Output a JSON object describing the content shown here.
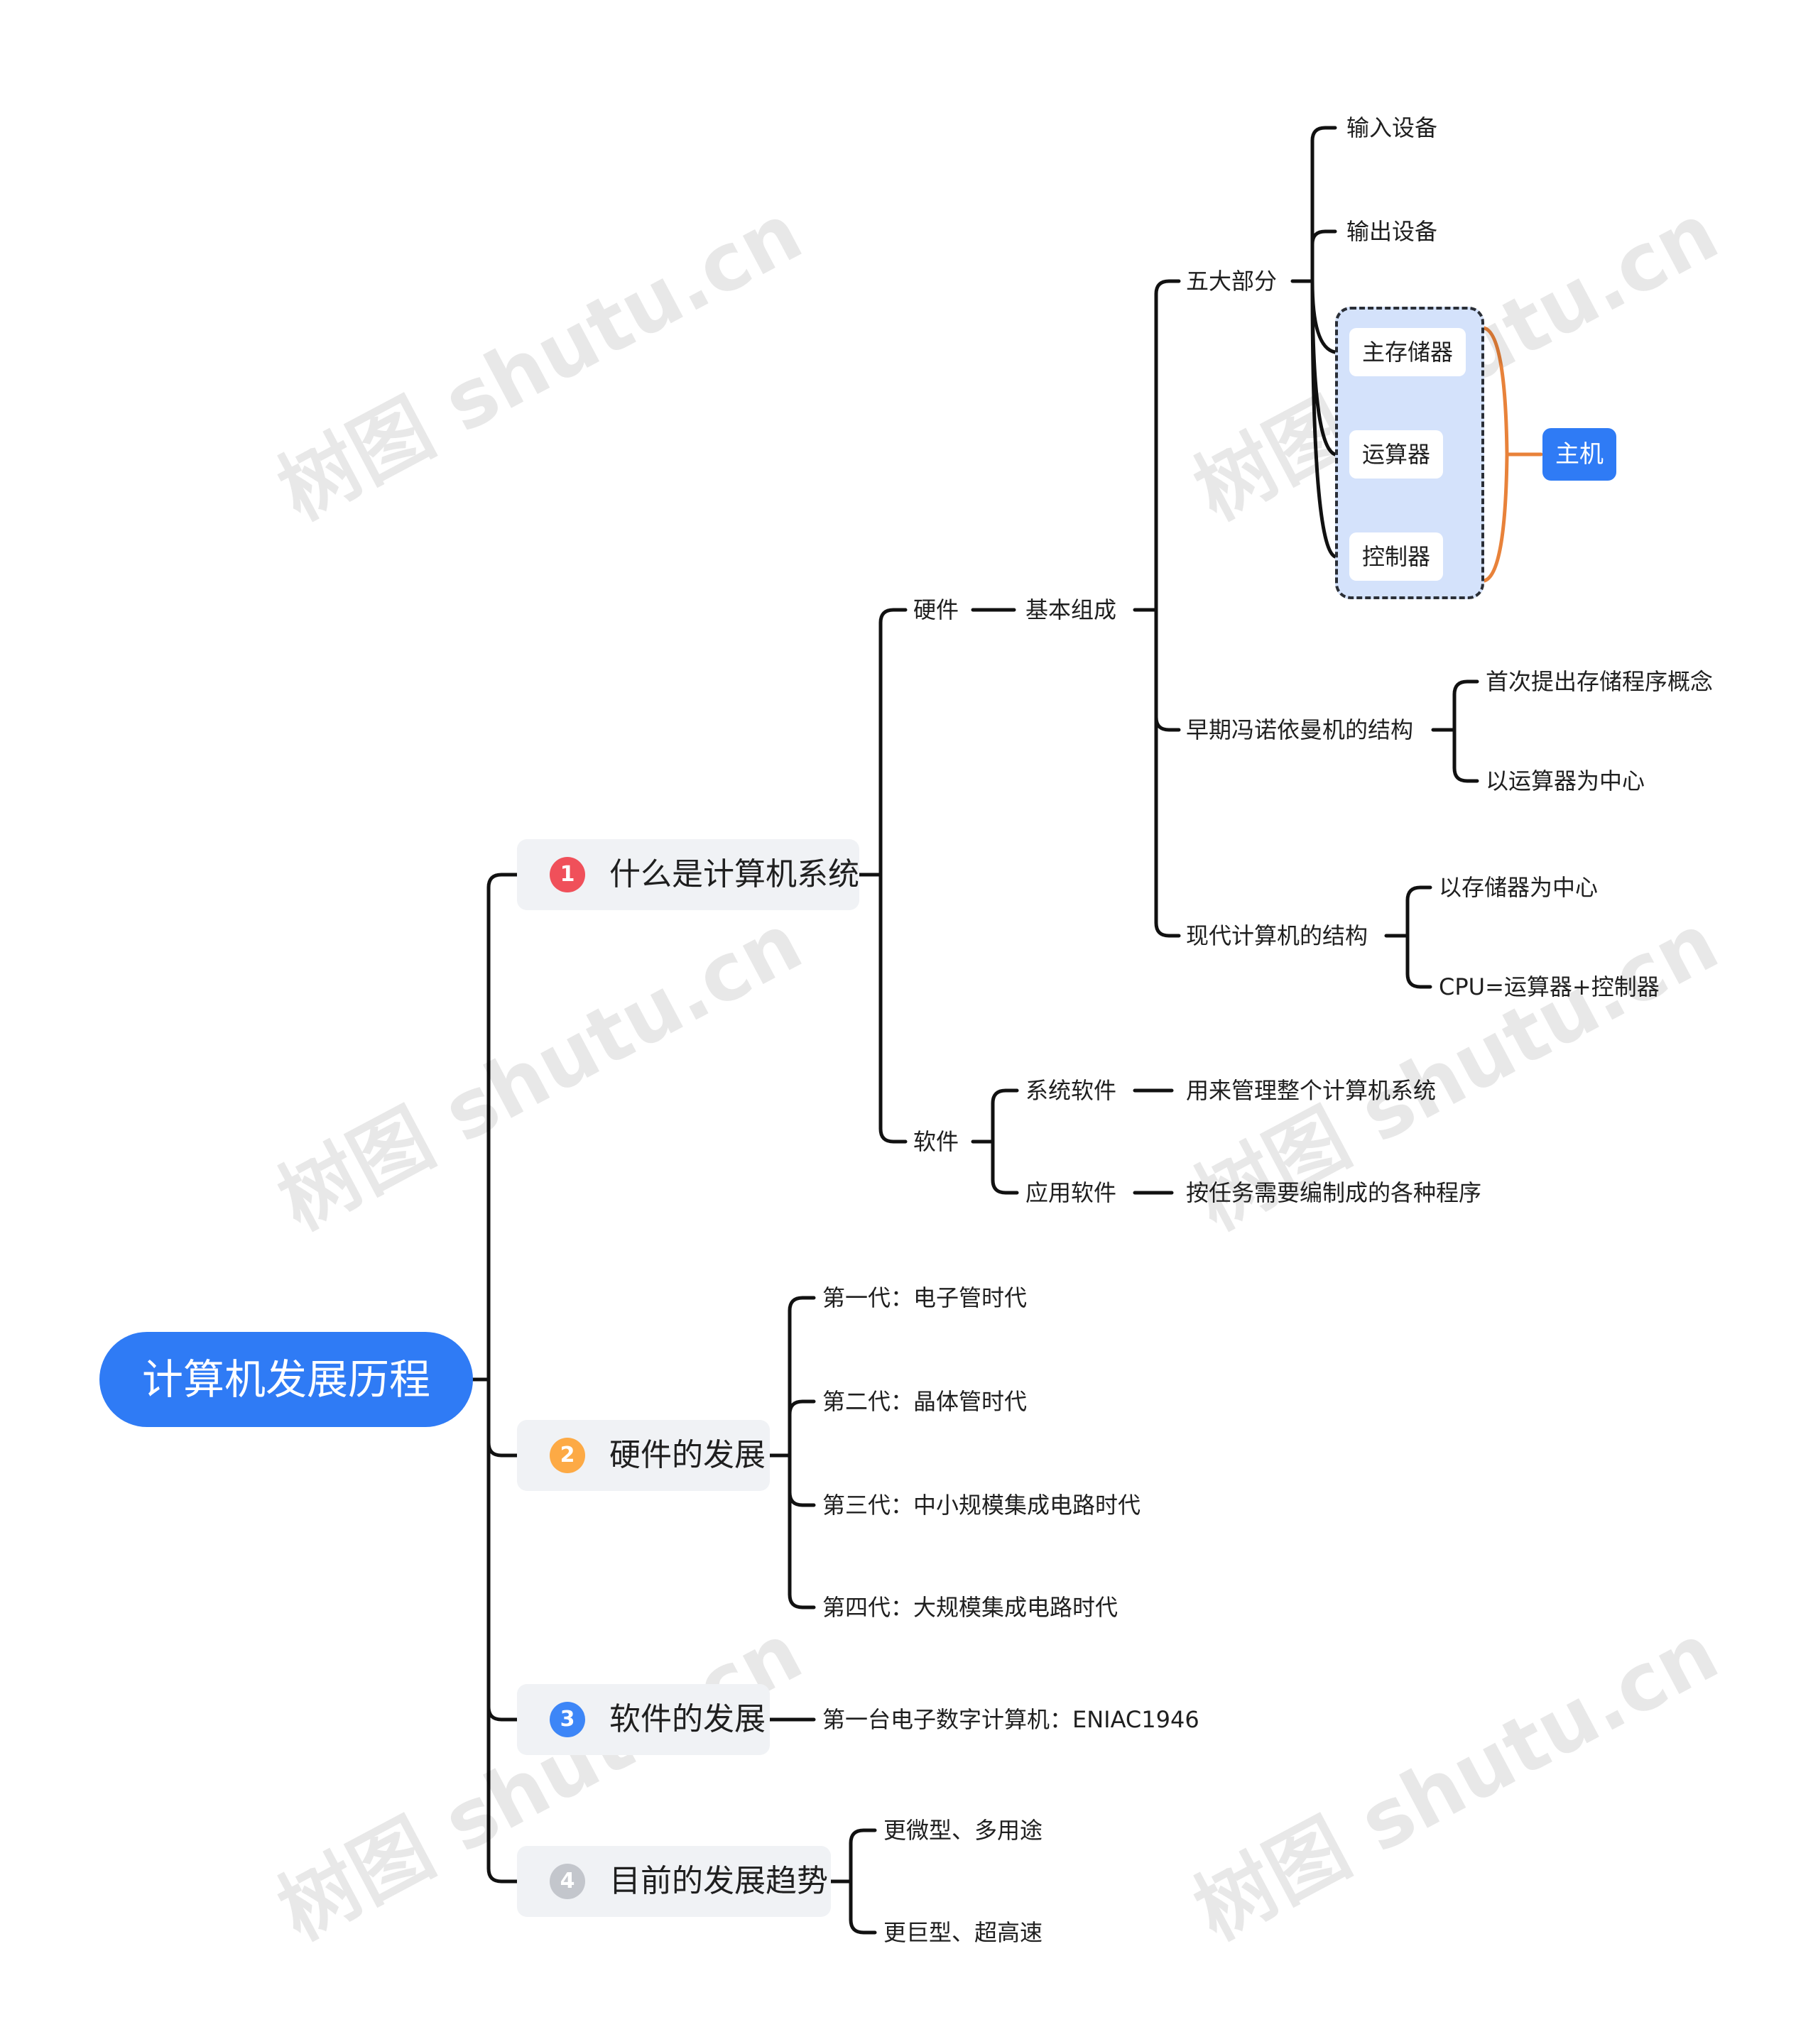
{
  "watermark": "树图 shutu.cn",
  "colors": {
    "root": "#2f7bf5",
    "host": "#2f7bf5",
    "group": "#d4e2fb",
    "summary_line": "#e8823a",
    "badge1": "#f0505a",
    "badge2": "#fdaa45",
    "badge3": "#3d86f7",
    "badge4": "#c3c6cc"
  },
  "root": {
    "label": "计算机发展历程"
  },
  "branch1": {
    "badge": "1",
    "label": "什么是计算机系统",
    "hardware": {
      "label": "硬件",
      "basic": {
        "label": "基本组成",
        "five_parts": {
          "label": "五大部分",
          "items": [
            "输入设备",
            "输出设备",
            "主存储器",
            "运算器",
            "控制器"
          ]
        },
        "host": {
          "label": "主机"
        },
        "early": {
          "label": "早期冯诺依曼机的结构",
          "items": [
            "首次提出存储程序概念",
            "以运算器为中心"
          ]
        },
        "modern": {
          "label": "现代计算机的结构",
          "items": [
            "以存储器为中心",
            "CPU=运算器+控制器"
          ]
        }
      }
    },
    "software": {
      "label": "软件",
      "system": {
        "label": "系统软件",
        "desc": "用来管理整个计算机系统"
      },
      "application": {
        "label": "应用软件",
        "desc": "按任务需要编制成的各种程序"
      }
    }
  },
  "branch2": {
    "badge": "2",
    "label": "硬件的发展",
    "items": [
      "第一代：电子管时代",
      "第二代：晶体管时代",
      "第三代：中小规模集成电路时代",
      "第四代：大规模集成电路时代"
    ]
  },
  "branch3": {
    "badge": "3",
    "label": "软件的发展",
    "items": [
      "第一台电子数字计算机：ENIAC1946"
    ]
  },
  "branch4": {
    "badge": "4",
    "label": "目前的发展趋势",
    "items": [
      "更微型、多用途",
      "更巨型、超高速"
    ]
  }
}
